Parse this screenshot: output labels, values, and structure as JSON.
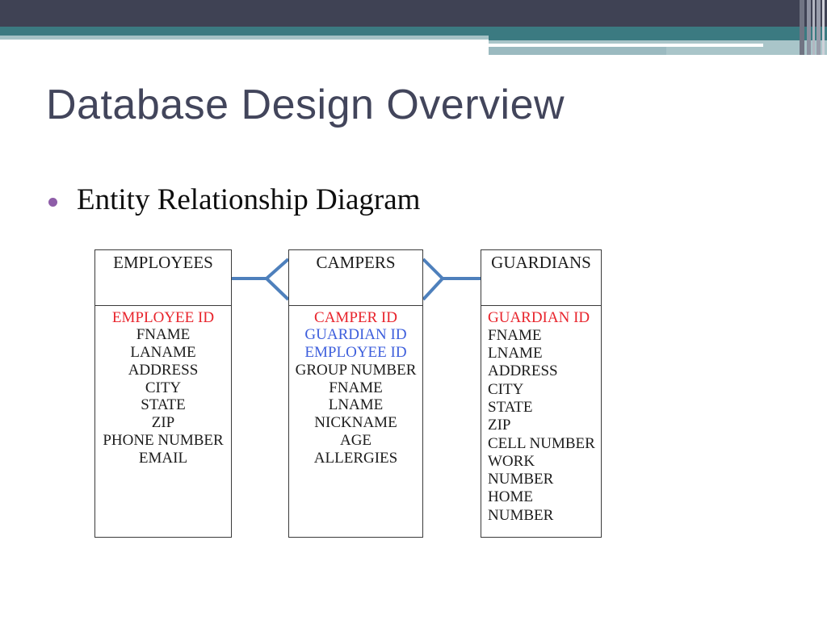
{
  "slide": {
    "title": "Database Design Overview",
    "bullet": "Entity Relationship Diagram"
  },
  "colors": {
    "top_bar_dark": "#3f4254",
    "teal_band": "#3b7a81",
    "light_teal_band": "#a9c5c9",
    "title_text": "#42455b",
    "bullet_dot_purple": "#8e5da8",
    "primary_key_red": "#e8242c",
    "foreign_key_blue": "#3e5fdc",
    "field_black": "#1c1c1c",
    "connector_blue": "#4e80bc"
  },
  "diagram": {
    "entities": [
      {
        "name": "EMPLOYEES",
        "fields": [
          {
            "text": "EMPLOYEE ID",
            "color": "#e8242c"
          },
          {
            "text": "FNAME",
            "color": "#1c1c1c"
          },
          {
            "text": "LANAME",
            "color": "#1c1c1c"
          },
          {
            "text": "ADDRESS",
            "color": "#1c1c1c"
          },
          {
            "text": "CITY",
            "color": "#1c1c1c"
          },
          {
            "text": "STATE",
            "color": "#1c1c1c"
          },
          {
            "text": "ZIP",
            "color": "#1c1c1c"
          },
          {
            "text": "PHONE NUMBER",
            "color": "#1c1c1c"
          },
          {
            "text": "EMAIL",
            "color": "#1c1c1c"
          }
        ]
      },
      {
        "name": "CAMPERS",
        "fields": [
          {
            "text": "CAMPER ID",
            "color": "#e8242c"
          },
          {
            "text": "GUARDIAN ID",
            "color": "#3e5fdc"
          },
          {
            "text": "EMPLOYEE ID",
            "color": "#3e5fdc"
          },
          {
            "text": "GROUP NUMBER",
            "color": "#1c1c1c"
          },
          {
            "text": "FNAME",
            "color": "#1c1c1c"
          },
          {
            "text": "LNAME",
            "color": "#1c1c1c"
          },
          {
            "text": "NICKNAME",
            "color": "#1c1c1c"
          },
          {
            "text": "AGE",
            "color": "#1c1c1c"
          },
          {
            "text": "ALLERGIES",
            "color": "#1c1c1c"
          }
        ]
      },
      {
        "name": "GUARDIANS",
        "fields": [
          {
            "text": "GUARDIAN ID",
            "color": "#e8242c"
          },
          {
            "text": "FNAME",
            "color": "#1c1c1c"
          },
          {
            "text": "LNAME",
            "color": "#1c1c1c"
          },
          {
            "text": "ADDRESS",
            "color": "#1c1c1c"
          },
          {
            "text": "CITY",
            "color": "#1c1c1c"
          },
          {
            "text": "STATE",
            "color": "#1c1c1c"
          },
          {
            "text": "ZIP",
            "color": "#1c1c1c"
          },
          {
            "text": "CELL NUMBER",
            "color": "#1c1c1c"
          },
          {
            "text": "WORK NUMBER",
            "color": "#1c1c1c"
          },
          {
            "text": "HOME NUMBER",
            "color": "#1c1c1c"
          }
        ]
      }
    ],
    "relationships": [
      {
        "from": "EMPLOYEES",
        "to": "CAMPERS",
        "notation": "crow-foot-many-at-campers"
      },
      {
        "from": "GUARDIANS",
        "to": "CAMPERS",
        "notation": "crow-foot-many-at-campers"
      }
    ]
  }
}
